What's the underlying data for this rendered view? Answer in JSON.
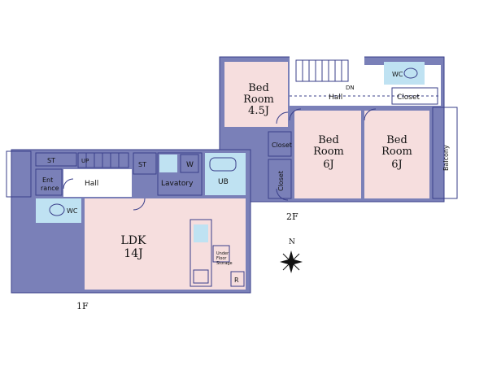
{
  "floors": {
    "first": {
      "label": "1F",
      "rooms": {
        "ldk_name": "LDK",
        "ldk_size": "14J",
        "hall": "Hall",
        "entrance_1": "Ent",
        "entrance_2": "rance",
        "wc": "WC",
        "lavatory": "Lavatory",
        "ub": "UB",
        "st_left": "ST",
        "st_mid": "ST",
        "washer": "W",
        "refrigerator": "R",
        "underfloor_1": "Under",
        "underfloor_2": "Floor",
        "underfloor_3": "Storage",
        "up": "UP"
      }
    },
    "second": {
      "label": "2F",
      "rooms": {
        "bed1_a": "Bed",
        "bed1_b": "Room",
        "bed1_size": "4.5J",
        "bed2_a": "Bed",
        "bed2_b": "Room",
        "bed2_size": "6J",
        "bed3_a": "Bed",
        "bed3_b": "Room",
        "bed3_size": "6J",
        "hall": "Hall",
        "closet_top": "Closet",
        "closet_mid": "Closet",
        "closet_vert": "Closet",
        "balcony": "Balcony",
        "wc": "WC",
        "dn": "DN"
      }
    }
  },
  "compass": {
    "north": "N"
  },
  "colors": {
    "wall": "#7a80b8",
    "room_fill": "#f6dede",
    "wet_fill": "#bfe2f2",
    "line": "#3a3f8a"
  }
}
